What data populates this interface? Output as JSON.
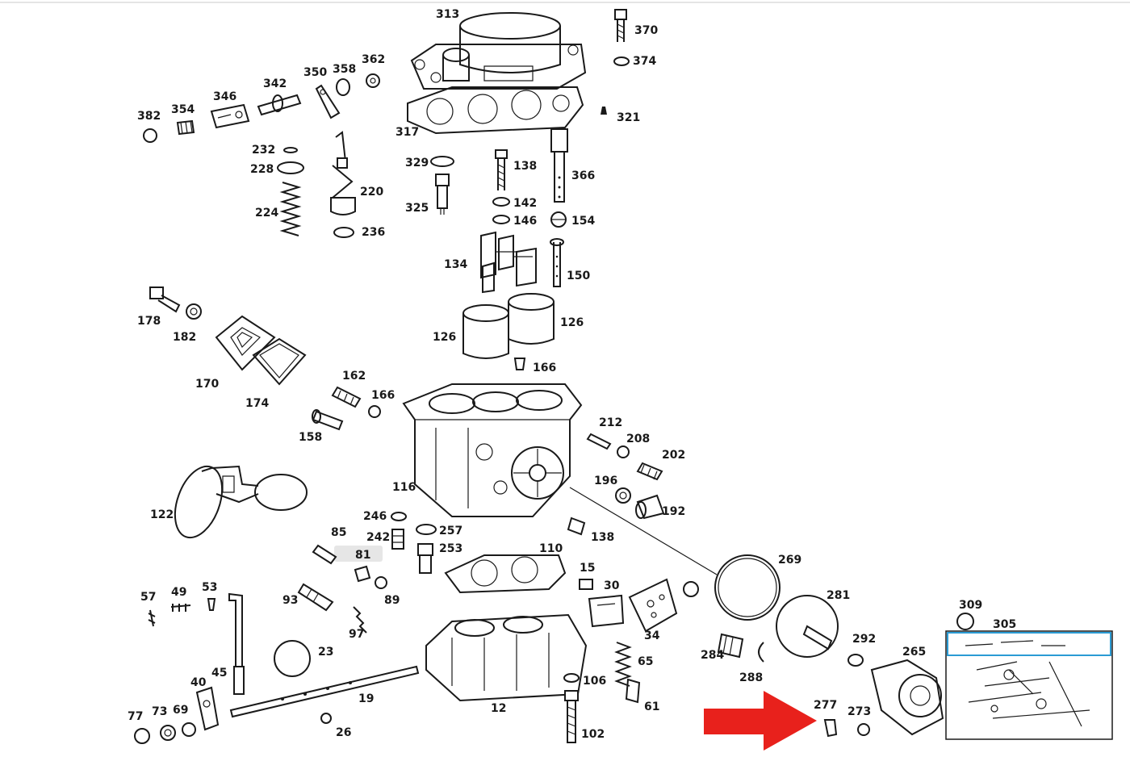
{
  "diagram": {
    "part_labels": [
      "313",
      "370",
      "374",
      "362",
      "382",
      "350",
      "358",
      "342",
      "346",
      "354",
      "321",
      "317",
      "329",
      "138",
      "366",
      "232",
      "228",
      "220",
      "224",
      "236",
      "325",
      "142",
      "146",
      "154",
      "134",
      "150",
      "178",
      "182",
      "126",
      "126",
      "166",
      "170",
      "174",
      "162",
      "166",
      "158",
      "212",
      "208",
      "202",
      "116",
      "196",
      "192",
      "122",
      "246",
      "257",
      "242",
      "81",
      "253",
      "138",
      "110",
      "269",
      "85",
      "49",
      "53",
      "57",
      "93",
      "89",
      "97",
      "15",
      "30",
      "281",
      "309",
      "305",
      "23",
      "34",
      "284",
      "288",
      "292",
      "265",
      "45",
      "65",
      "40",
      "19",
      "106",
      "77",
      "73",
      "69",
      "26",
      "12",
      "61",
      "102",
      "277",
      "273"
    ],
    "highlighted_part": "277",
    "inset_scene": "thumbnail-overview"
  },
  "colors": {
    "line": "#1a1a1a",
    "arrow": "#e8211c",
    "inset_bar": "#2a9bd4",
    "highlight_box": "#e6e6e6"
  }
}
